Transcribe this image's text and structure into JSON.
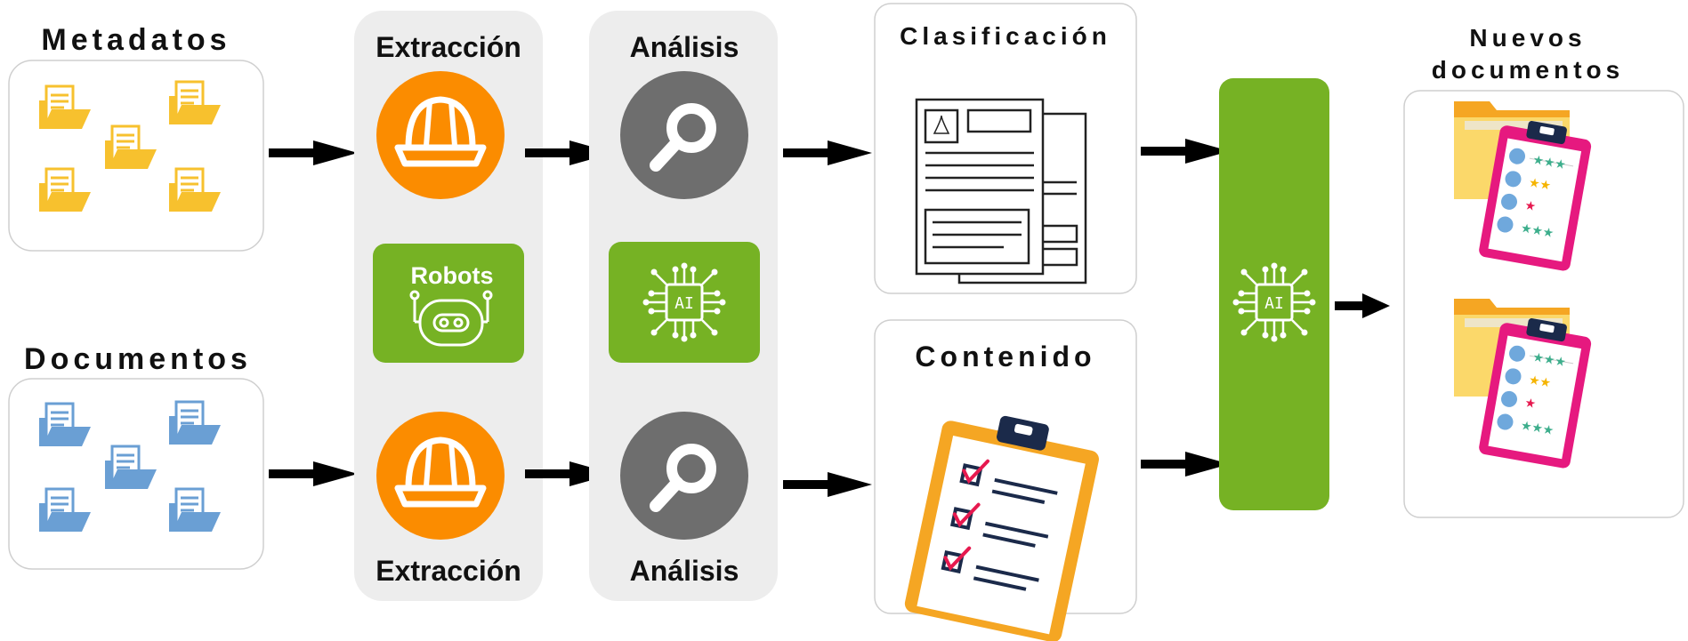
{
  "inputs": {
    "metadata_label": "Metadatos",
    "documents_label": "Documentos"
  },
  "extraction": {
    "label_top": "Extracción",
    "label_bottom": "Extracción",
    "robots_label": "Robots"
  },
  "analysis": {
    "label_top": "Análisis",
    "label_bottom": "Análisis",
    "ai_chip_text": "AI"
  },
  "classification": {
    "label": "Clasificación"
  },
  "content": {
    "label": "Contenido"
  },
  "merge": {
    "ai_chip_text": "AI"
  },
  "output": {
    "label_line1": "Nuevos",
    "label_line2": "documentos"
  },
  "colors": {
    "orange": "#FB8C00",
    "green": "#76B224",
    "gray_panel": "#EDEDED",
    "gray_circle": "#6E6E6E",
    "folder_yellow": "#F7C12E",
    "folder_blue": "#6A9FD4",
    "clipboard_pink": "#E6197F"
  },
  "icons": [
    "folder-icon",
    "helmet-icon",
    "magnifier-icon",
    "robot-icon",
    "ai-chip-icon",
    "document-icon",
    "checklist-icon",
    "rating-clipboard-icon"
  ]
}
